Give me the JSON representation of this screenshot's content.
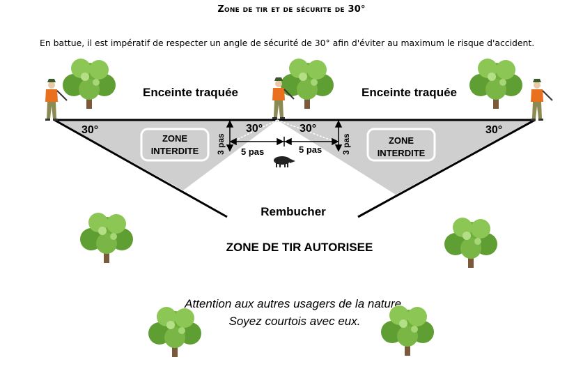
{
  "title": "Zone de tir et de sécurite de 30°",
  "intro": "En battue, il est impératif de respecter un angle de sécurité de 30° afin d'éviter au maximum le risque d'accident.",
  "labels": {
    "enceinte_left": "Enceinte traquée",
    "enceinte_right": "Enceinte traquée",
    "angle_30": "30°",
    "zone_line1": "ZONE",
    "zone_line2": "INTERDITE",
    "pas_3": "3 pas",
    "pas_5": "5 pas",
    "rembucher": "Rembucher",
    "zone_autorisee": "ZONE DE TIR AUTORISEE",
    "attention_line1": "Attention aux autres usagers de la nature.",
    "attention_line2": "Soyez courtois avec eux."
  },
  "icons": [
    "tree-icon",
    "hunter-icon",
    "boar-icon"
  ],
  "colors": {
    "forbidden_zone": "#cfcfcf",
    "tree_green": "#6fb03c",
    "hunter_orange": "#e8701e"
  }
}
